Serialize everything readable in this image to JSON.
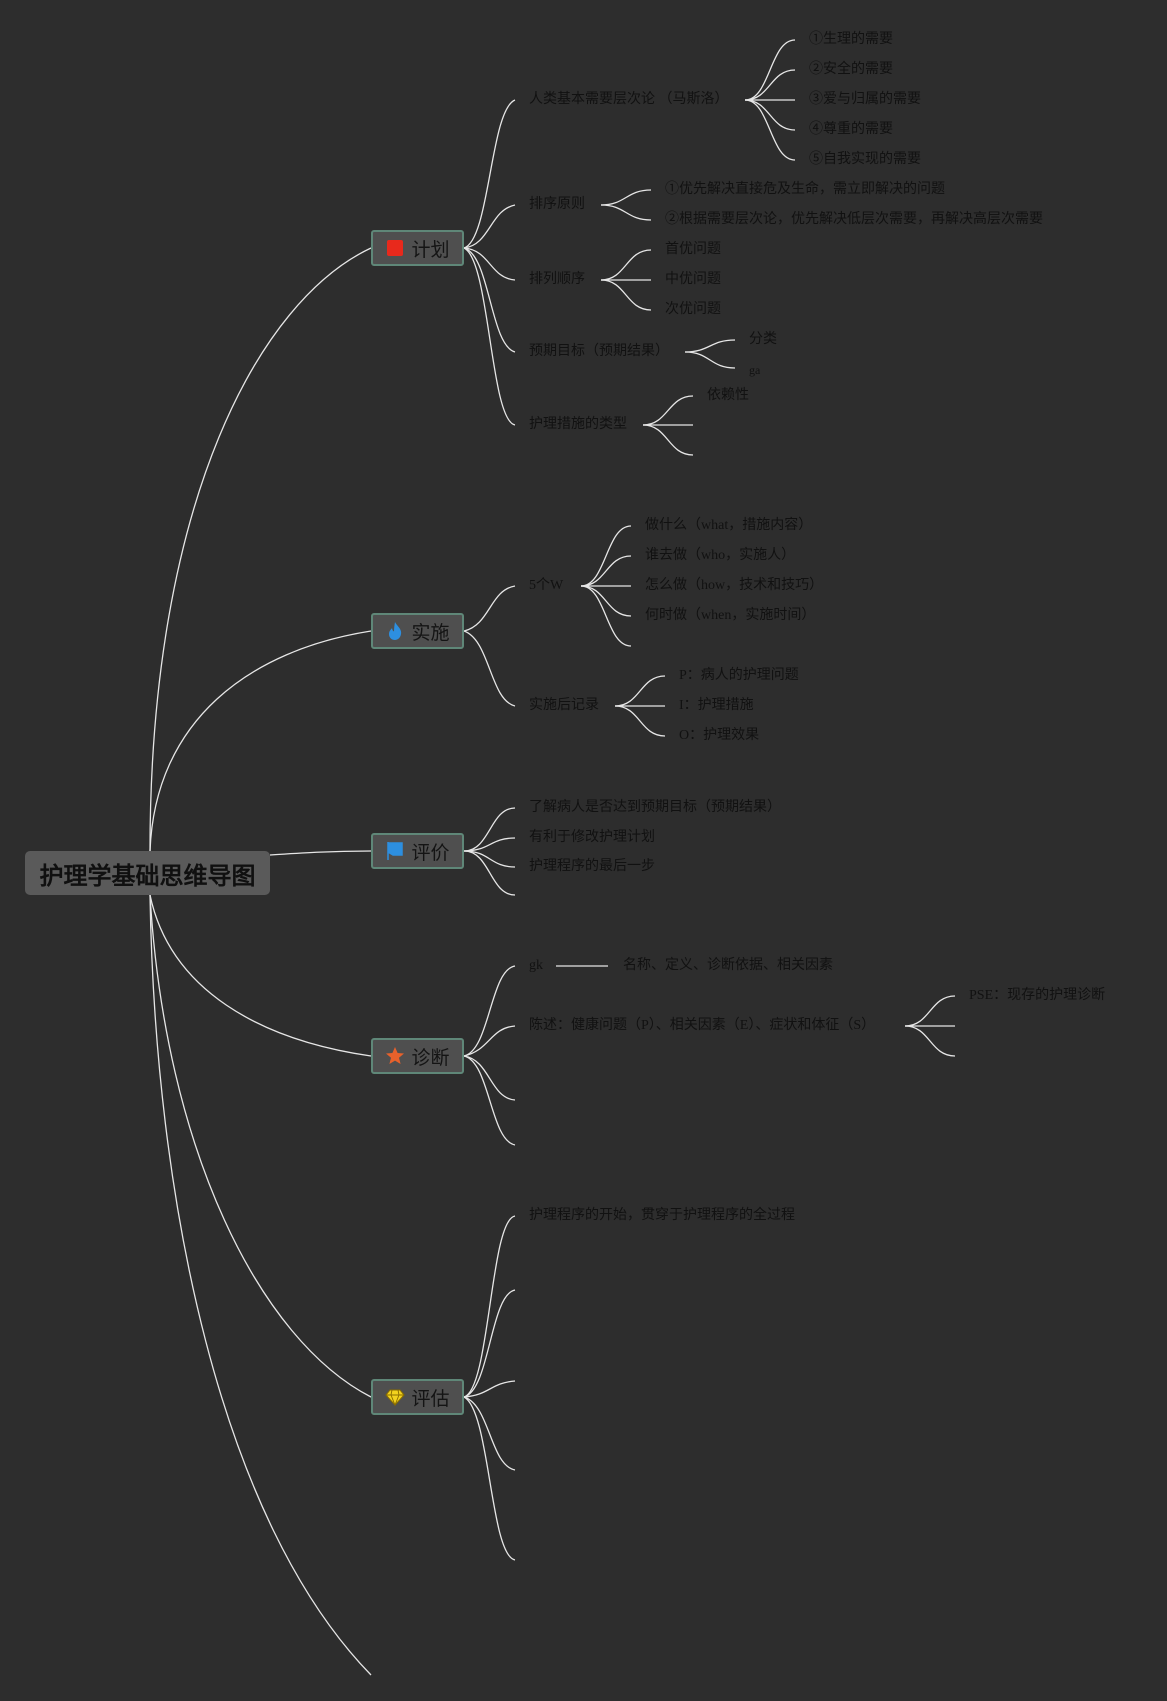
{
  "root": {
    "title": "护理学基础思维导图"
  },
  "branches": {
    "plan": {
      "label": "计划",
      "icon": "red-square-icon",
      "items": {
        "maslow": {
          "label": "人类基本需要层次论 （马斯洛）",
          "children": [
            "①生理的需要",
            "②安全的需要",
            "③爱与归属的需要",
            "④尊重的需要",
            "⑤自我实现的需要"
          ]
        },
        "order_principle": {
          "label": "排序原则",
          "children": [
            "①优先解决直接危及生命，需立即解决的问题",
            "②根据需要层次论，优先解决低层次需要，再解决高层次需要"
          ]
        },
        "order_sequence": {
          "label": "排列顺序",
          "children": [
            "首优问题",
            "中优问题",
            "次优问题"
          ]
        },
        "goal": {
          "label": "预期目标（预期结果）",
          "children": [
            "分类",
            "ga"
          ]
        },
        "measures": {
          "label": "护理措施的类型",
          "children": [
            "依赖性"
          ]
        }
      }
    },
    "implement": {
      "label": "实施",
      "icon": "flame-icon",
      "items": {
        "five_w": {
          "label": "5个W",
          "children": [
            "做什么（what，措施内容）",
            "谁去做（who，实施人）",
            "怎么做（how，技术和技巧）",
            "何时做（when，实施时间）"
          ]
        },
        "record": {
          "label": "实施后记录",
          "children": [
            "P：病人的护理问题",
            "I：护理措施",
            "O：护理效果"
          ]
        }
      }
    },
    "evaluate": {
      "label": "评价",
      "icon": "flag-icon",
      "items": [
        "了解病人是否达到预期目标（预期结果）",
        "有利于修改护理计划",
        "护理程序的最后一步"
      ]
    },
    "diagnose": {
      "label": "诊断",
      "icon": "star-icon",
      "items": {
        "gk": {
          "label": "gk",
          "child": "名称、定义、诊断依据、相关因素"
        },
        "statement": {
          "label": "陈述：健康问题（P）、相关因素（E）、症状和体征（S）",
          "children": [
            "PSE：现存的护理诊断"
          ]
        }
      }
    },
    "assess": {
      "label": "评估",
      "icon": "diamond-icon",
      "items": [
        "护理程序的开始，贯穿于护理程序的全过程"
      ]
    }
  },
  "colors": {
    "background": "#2d2d2d",
    "line": "#e6e6e6",
    "text": "#111111",
    "node_border": "#5f8778",
    "node_fill": "#4f4f4f",
    "root_fill": "#5a5a5a"
  }
}
